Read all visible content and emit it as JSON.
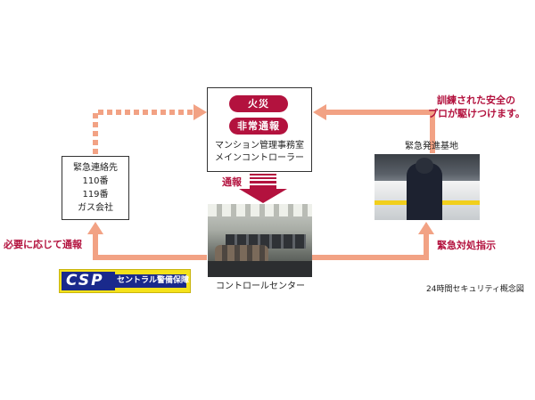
{
  "colors": {
    "arrow": "#f2a284",
    "accent": "#b3123e",
    "logo_blue": "#1a2a8c",
    "logo_yellow": "#f5e21a"
  },
  "center_box": {
    "pill_fire": "火災",
    "pill_alarm": "非常通報",
    "line1": "マンション管理事務室",
    "line2": "メインコントローラー"
  },
  "notify_arrow_label": "通報",
  "left_box": {
    "lines": [
      "緊急連絡先",
      "110番",
      "119番",
      "ガス会社"
    ]
  },
  "left_label": "必要に応じて通報",
  "right_top_label": {
    "line1": "訓練された安全の",
    "line2": "プロが駆けつけます。"
  },
  "dispatch_base_label": "緊急発進基地",
  "right_bottom_label": "緊急対処指示",
  "control_center_label": "コントロールセンター",
  "logo": {
    "mark": "CSP",
    "text": "セントラル警備保障"
  },
  "caption": "24時間セキュリティ概念図"
}
